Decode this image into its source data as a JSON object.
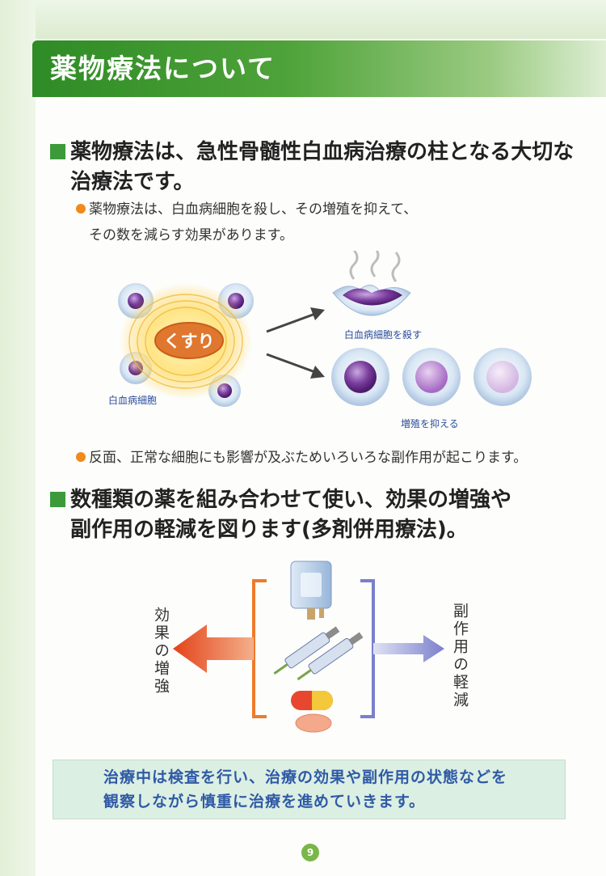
{
  "page": {
    "title": "薬物療法について",
    "page_number": "9"
  },
  "section1": {
    "heading_line1": "薬物療法は、急性骨髄性白血病治療の柱となる大切な",
    "heading_line2": "治療法です。",
    "bullet1_line1": "薬物療法は、白血病細胞を殺し、その増殖を抑えて、",
    "bullet1_line2": "その数を減らす効果があります。",
    "bullet2": "反面、正常な細胞にも影響が及ぶためいろいろな副作用が起こります。"
  },
  "diagram1": {
    "drug_label": "くすり",
    "cells_label": "白血病細胞",
    "kill_label": "白血病細胞を殺す",
    "suppress_label": "増殖を抑える"
  },
  "section2": {
    "heading_line1": "数種類の薬を組み合わせて使い、効果の増強や",
    "heading_line2": "副作用の軽減を図ります(多剤併用療法)。"
  },
  "diagram2": {
    "left_label": "効果の増強",
    "right_label": "副作用の軽減"
  },
  "note": {
    "line1": "治療中は検査を行い、治療の効果や副作用の状態などを",
    "line2": "観察しながら慎重に治療を進めていきます。"
  },
  "colors": {
    "green_accent": "#3d9a3a",
    "orange_bullet": "#f08a1c",
    "blue_caption": "#2b4d9c",
    "note_background": "#dcefe3"
  }
}
